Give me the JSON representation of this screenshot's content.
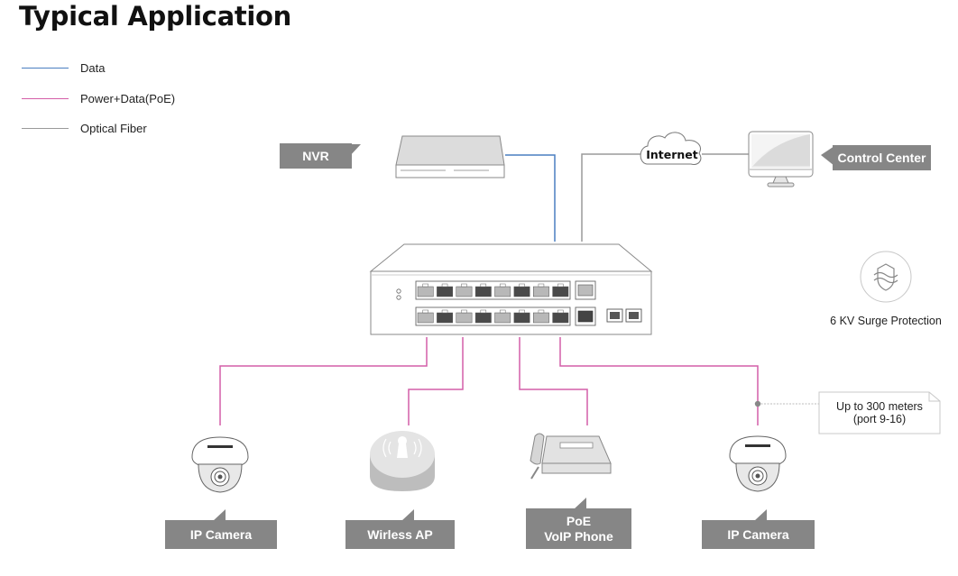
{
  "title": "Typical Application",
  "legend": [
    {
      "label": "Data",
      "color": "#4a7fc1"
    },
    {
      "label": "Power+Data(PoE)",
      "color": "#d45fa8"
    },
    {
      "label": "Optical Fiber",
      "color": "#9a9a9a"
    }
  ],
  "nodes": {
    "nvr": {
      "label": "NVR",
      "icon": "nvr-recorder-icon"
    },
    "internet": {
      "label": "Internet",
      "icon": "cloud-icon"
    },
    "control_center": {
      "label": "Control Center",
      "icon": "monitor-icon"
    },
    "switch": {
      "icon": "poe-switch-icon",
      "poe_ports": 16,
      "uplink_ports": 2,
      "sfp_ports": 2
    },
    "surge": {
      "label": "6 KV Surge Protection",
      "icon": "shield-waves-icon"
    },
    "ip_camera_1": {
      "label": "IP Camera",
      "icon": "dome-camera-icon"
    },
    "wireless_ap": {
      "label": "Wirless AP",
      "icon": "wireless-ap-icon"
    },
    "voip_phone": {
      "label_line1": "PoE",
      "label_line2": "VoIP Phone",
      "icon": "voip-phone-icon"
    },
    "ip_camera_2": {
      "label": "IP Camera",
      "icon": "dome-camera-icon"
    }
  },
  "callout": {
    "line1": "Up to 300 meters",
    "line2": "(port 9-16)"
  },
  "colors": {
    "data": "#4a7fc1",
    "poe": "#d45fa8",
    "fiber": "#9a9a9a",
    "tag": "#868686"
  }
}
